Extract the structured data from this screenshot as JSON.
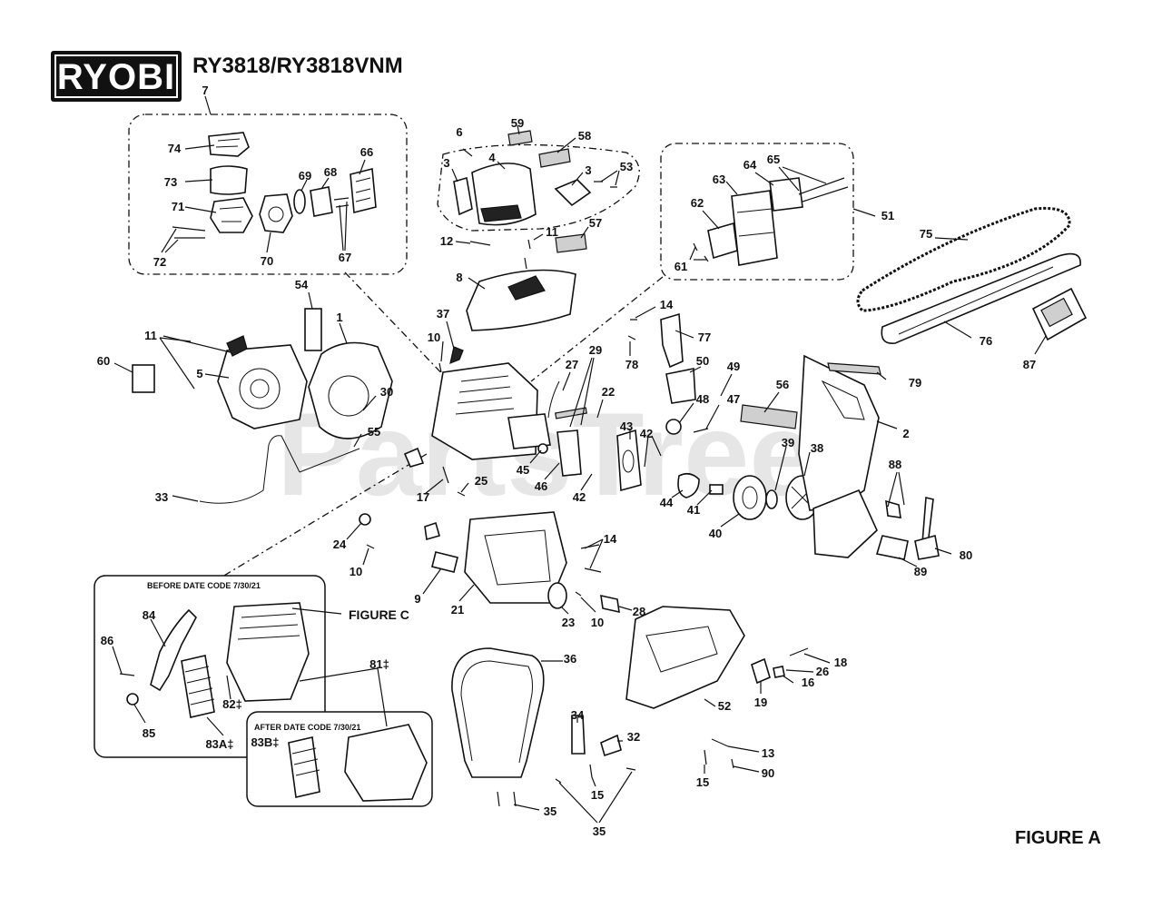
{
  "brand": {
    "logo_text": "RYOBI"
  },
  "header": {
    "model_title": "RY3818/RY3818VNM"
  },
  "figure_label": "FIGURE A",
  "watermark": "PartsTree",
  "insets": {
    "before": {
      "title": "BEFORE DATE CODE 7/30/21",
      "figure_ref": "FIGURE C"
    },
    "after": {
      "title": "AFTER DATE CODE 7/30/21"
    }
  },
  "callouts": [
    {
      "id": "c7",
      "label": "7"
    },
    {
      "id": "c74",
      "label": "74"
    },
    {
      "id": "c73",
      "label": "73"
    },
    {
      "id": "c71",
      "label": "71"
    },
    {
      "id": "c72",
      "label": "72"
    },
    {
      "id": "c70",
      "label": "70"
    },
    {
      "id": "c69",
      "label": "69"
    },
    {
      "id": "c68",
      "label": "68"
    },
    {
      "id": "c66",
      "label": "66"
    },
    {
      "id": "c67",
      "label": "67"
    },
    {
      "id": "c6",
      "label": "6"
    },
    {
      "id": "c59",
      "label": "59"
    },
    {
      "id": "c58",
      "label": "58"
    },
    {
      "id": "c3a",
      "label": "3"
    },
    {
      "id": "c4",
      "label": "4"
    },
    {
      "id": "c3b",
      "label": "3"
    },
    {
      "id": "c53",
      "label": "53"
    },
    {
      "id": "c11a",
      "label": "11"
    },
    {
      "id": "c12",
      "label": "12"
    },
    {
      "id": "c57",
      "label": "57"
    },
    {
      "id": "c8",
      "label": "8"
    },
    {
      "id": "c63",
      "label": "63"
    },
    {
      "id": "c64",
      "label": "64"
    },
    {
      "id": "c65",
      "label": "65"
    },
    {
      "id": "c62",
      "label": "62"
    },
    {
      "id": "c61",
      "label": "61"
    },
    {
      "id": "c51",
      "label": "51"
    },
    {
      "id": "c75",
      "label": "75"
    },
    {
      "id": "c76",
      "label": "76"
    },
    {
      "id": "c87",
      "label": "87"
    },
    {
      "id": "c54",
      "label": "54"
    },
    {
      "id": "c1",
      "label": "1"
    },
    {
      "id": "c11b",
      "label": "11"
    },
    {
      "id": "c60",
      "label": "60"
    },
    {
      "id": "c5",
      "label": "5"
    },
    {
      "id": "c37",
      "label": "37"
    },
    {
      "id": "c10a",
      "label": "10"
    },
    {
      "id": "c14a",
      "label": "14"
    },
    {
      "id": "c77",
      "label": "77"
    },
    {
      "id": "c78",
      "label": "78"
    },
    {
      "id": "c29",
      "label": "29"
    },
    {
      "id": "c27",
      "label": "27"
    },
    {
      "id": "c50",
      "label": "50"
    },
    {
      "id": "c49",
      "label": "49"
    },
    {
      "id": "c79",
      "label": "79"
    },
    {
      "id": "c30",
      "label": "30"
    },
    {
      "id": "c22",
      "label": "22"
    },
    {
      "id": "c56",
      "label": "56"
    },
    {
      "id": "c48",
      "label": "48"
    },
    {
      "id": "c47",
      "label": "47"
    },
    {
      "id": "c2",
      "label": "2"
    },
    {
      "id": "c55",
      "label": "55"
    },
    {
      "id": "c43",
      "label": "43"
    },
    {
      "id": "c42a",
      "label": "42"
    },
    {
      "id": "c39",
      "label": "39"
    },
    {
      "id": "c38",
      "label": "38"
    },
    {
      "id": "c45",
      "label": "45"
    },
    {
      "id": "c46",
      "label": "46"
    },
    {
      "id": "c42b",
      "label": "42"
    },
    {
      "id": "c33",
      "label": "33"
    },
    {
      "id": "c17",
      "label": "17"
    },
    {
      "id": "c25",
      "label": "25"
    },
    {
      "id": "c44",
      "label": "44"
    },
    {
      "id": "c41",
      "label": "41"
    },
    {
      "id": "c40",
      "label": "40"
    },
    {
      "id": "c88",
      "label": "88"
    },
    {
      "id": "c24",
      "label": "24"
    },
    {
      "id": "c14b",
      "label": "14"
    },
    {
      "id": "c10b",
      "label": "10"
    },
    {
      "id": "c89",
      "label": "89"
    },
    {
      "id": "c80",
      "label": "80"
    },
    {
      "id": "c9",
      "label": "9"
    },
    {
      "id": "c21",
      "label": "21"
    },
    {
      "id": "c23",
      "label": "23"
    },
    {
      "id": "c10c",
      "label": "10"
    },
    {
      "id": "c28",
      "label": "28"
    },
    {
      "id": "c84",
      "label": "84"
    },
    {
      "id": "c86",
      "label": "86"
    },
    {
      "id": "c85",
      "label": "85"
    },
    {
      "id": "c82",
      "label": "82‡"
    },
    {
      "id": "c83a",
      "label": "83A‡"
    },
    {
      "id": "c81",
      "label": "81‡"
    },
    {
      "id": "c83b",
      "label": "83B‡"
    },
    {
      "id": "c36",
      "label": "36"
    },
    {
      "id": "c18",
      "label": "18"
    },
    {
      "id": "c26",
      "label": "26"
    },
    {
      "id": "c16",
      "label": "16"
    },
    {
      "id": "c19",
      "label": "19"
    },
    {
      "id": "c52",
      "label": "52"
    },
    {
      "id": "c34",
      "label": "34"
    },
    {
      "id": "c32",
      "label": "32"
    },
    {
      "id": "c13",
      "label": "13"
    },
    {
      "id": "c15a",
      "label": "15"
    },
    {
      "id": "c15b",
      "label": "15"
    },
    {
      "id": "c90",
      "label": "90"
    },
    {
      "id": "c35a",
      "label": "35"
    },
    {
      "id": "c35b",
      "label": "35"
    }
  ]
}
